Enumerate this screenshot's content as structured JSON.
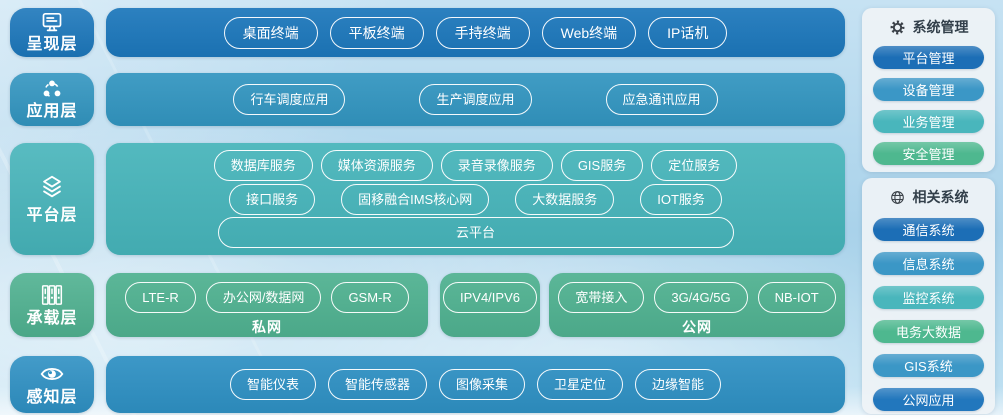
{
  "layers": [
    {
      "name": "呈现层",
      "icon": "monitor-icon",
      "items": [
        "桌面终端",
        "平板终端",
        "手持终端",
        "Web终端",
        "IP话机"
      ]
    },
    {
      "name": "应用层",
      "icon": "share-nodes-icon",
      "items": [
        "行车调度应用",
        "生产调度应用",
        "应急通讯应用"
      ]
    },
    {
      "name": "平台层",
      "icon": "layers-icon",
      "service_rows": {
        "row1": [
          "数据库服务",
          "媒体资源服务",
          "录音录像服务",
          "GIS服务",
          "定位服务"
        ],
        "row2": [
          "接口服务",
          "固移融合IMS核心网",
          "大数据服务",
          "IOT服务"
        ],
        "row3": [
          "云平台"
        ]
      }
    },
    {
      "name": "承载层",
      "icon": "server-rack-icon",
      "groups": [
        {
          "pills": [
            "LTE-R",
            "办公网/数据网",
            "GSM-R"
          ],
          "caption": "私网"
        },
        {
          "pills": [
            "IPV4/IPV6"
          ],
          "caption": ""
        },
        {
          "pills": [
            "宽带接入",
            "3G/4G/5G",
            "NB-IOT"
          ],
          "caption": "公网"
        }
      ]
    },
    {
      "name": "感知层",
      "icon": "eye-icon",
      "items": [
        "智能仪表",
        "智能传感器",
        "图像采集",
        "卫星定位",
        "边缘智能"
      ]
    }
  ],
  "sidebar": {
    "system_management": {
      "title": "系统管理",
      "icon": "gear-icon",
      "items": [
        {
          "label": "平台管理",
          "color": "#1c6eb6"
        },
        {
          "label": "设备管理",
          "color": "#3b97c6"
        },
        {
          "label": "业务管理",
          "color": "#49b6bc"
        },
        {
          "label": "安全管理",
          "color": "#4eb88f"
        }
      ]
    },
    "related_systems": {
      "title": "相关系统",
      "icon": "globe-icon",
      "items": [
        {
          "label": "通信系统",
          "color": "#1c6eb6"
        },
        {
          "label": "信息系统",
          "color": "#3b97c6"
        },
        {
          "label": "监控系统",
          "color": "#49b6bc"
        },
        {
          "label": "电务大数据",
          "color": "#4eb88f"
        },
        {
          "label": "GIS系统",
          "color": "#3b97c6"
        },
        {
          "label": "公网应用",
          "color": "#2277bd"
        }
      ]
    }
  },
  "colors": {
    "layer1": "#1c77bb",
    "layer2": "#3295c0",
    "layer3": "#46b4ba",
    "layer4": "#4fb190",
    "layer5": "#2e90c3"
  }
}
